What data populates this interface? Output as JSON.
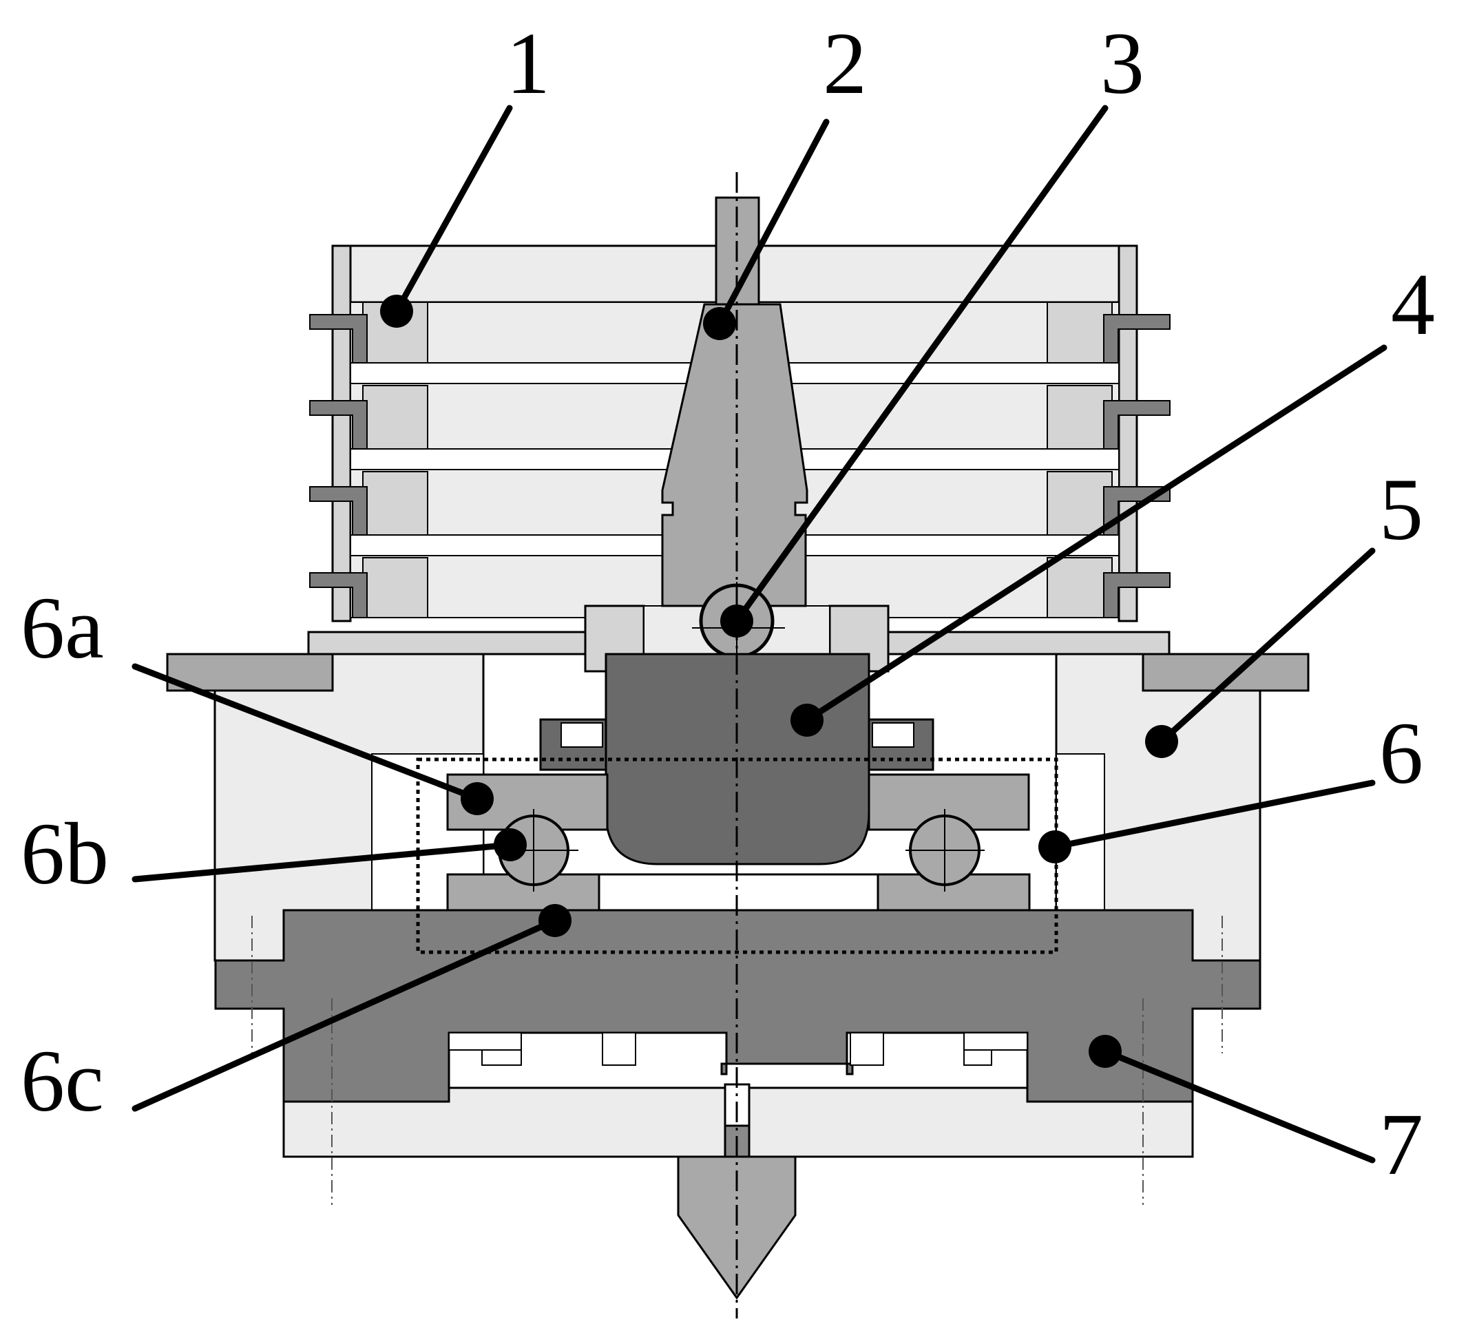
{
  "colors": {
    "very_light": "#ececec",
    "light": "#d4d4d4",
    "mid": "#a9a9a9",
    "steel": "#8a8a8a",
    "dark": "#7f7f7f",
    "darkest": "#6a6a6a",
    "white": "#ffffff"
  },
  "callouts": [
    {
      "id": "1",
      "label": "1"
    },
    {
      "id": "2",
      "label": "2"
    },
    {
      "id": "3",
      "label": "3"
    },
    {
      "id": "4",
      "label": "4"
    },
    {
      "id": "5",
      "label": "5"
    },
    {
      "id": "6",
      "label": "6"
    },
    {
      "id": "6a",
      "label": "6a"
    },
    {
      "id": "6b",
      "label": "6b"
    },
    {
      "id": "6c",
      "label": "6c"
    },
    {
      "id": "7",
      "label": "7"
    }
  ]
}
